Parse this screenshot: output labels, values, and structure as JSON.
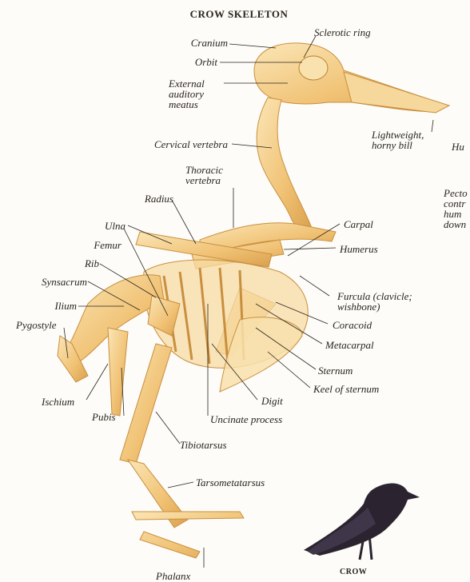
{
  "title": "CROW SKELETON",
  "labels": {
    "cranium": "Cranium",
    "sclerotic_ring": "Sclerotic ring",
    "orbit": "Orbit",
    "external_auditory_meatus": "External auditory meatus",
    "lightweight_bill": "Lightweight, horny bill",
    "cervical_vertebra": "Cervical vertebra",
    "thoracic_vertebra": "Thoracic vertebra",
    "radius": "Radius",
    "ulna": "Ulna",
    "femur": "Femur",
    "rib": "Rib",
    "synsacrum": "Synsacrum",
    "ilium": "Ilium",
    "pygostyle": "Pygostyle",
    "carpal": "Carpal",
    "humerus": "Humerus",
    "furcula": "Furcula (clavicle; wishbone)",
    "coracoid": "Coracoid",
    "metacarpal": "Metacarpal",
    "sternum": "Sternum",
    "keel": "Keel of sternum",
    "digit": "Digit",
    "uncinate": "Uncinate process",
    "ischium": "Ischium",
    "pubis": "Pubis",
    "tibiotarsus": "Tibiotarsus",
    "tarsometatarsus": "Tarsometatarsus",
    "phalanx": "Phalanx"
  },
  "cut_text": {
    "hu": "Hu",
    "pecto": "Pecto",
    "contr": "contr",
    "hum": "hum",
    "down": "down"
  },
  "crow_caption": "CROW",
  "colors": {
    "bone": "#f2c77e",
    "bone_dark": "#d9a45a",
    "bone_light": "#fbe6b6",
    "crow": "#2b2430"
  }
}
